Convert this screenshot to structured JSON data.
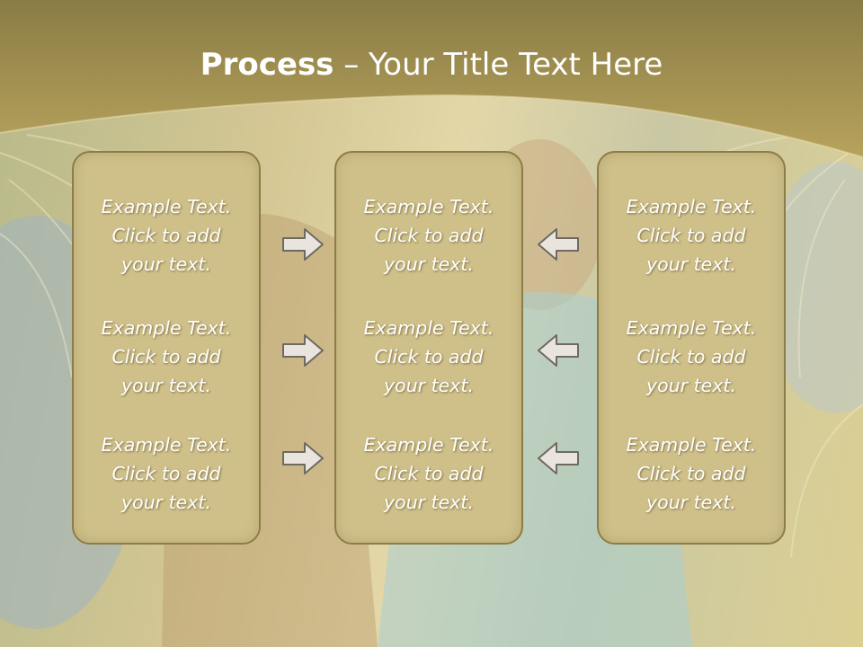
{
  "title": {
    "bold": "Process",
    "rest": " – Your Title Text Here"
  },
  "columns": [
    {
      "items": [
        {
          "line1": "Example Text.",
          "line2": "Click  to add",
          "line3": "your text."
        },
        {
          "line1": "Example Text.",
          "line2": "Click  to add",
          "line3": "your text."
        },
        {
          "line1": "Example Text.",
          "line2": "Click  to add",
          "line3": "your text."
        }
      ]
    },
    {
      "items": [
        {
          "line1": "Example Text.",
          "line2": "Click  to add",
          "line3": "your text."
        },
        {
          "line1": "Example Text.",
          "line2": "Click  to add",
          "line3": "your text."
        },
        {
          "line1": "Example Text.",
          "line2": "Click  to add",
          "line3": "your text."
        }
      ]
    },
    {
      "items": [
        {
          "line1": "Example Text.",
          "line2": "Click  to add",
          "line3": "your text."
        },
        {
          "line1": "Example Text.",
          "line2": "Click  to add",
          "line3": "your text."
        },
        {
          "line1": "Example Text.",
          "line2": "Click  to add",
          "line3": "your text."
        }
      ]
    }
  ],
  "arrows": {
    "left_group": "right-arrow-icon",
    "right_group": "left-arrow-icon"
  },
  "colors": {
    "header": "#a89450",
    "box_fill": "#cfc08a",
    "box_border": "#8c7d48",
    "arrow_fill": "#e9e5de",
    "arrow_stroke": "#6f6a60"
  }
}
